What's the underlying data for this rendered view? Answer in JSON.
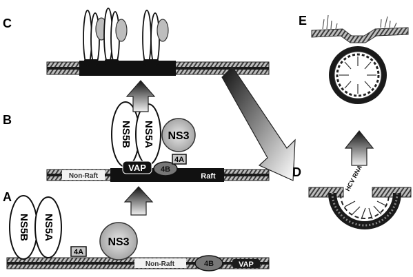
{
  "panels": {
    "a": {
      "label": "A"
    },
    "b": {
      "label": "B"
    },
    "c": {
      "label": "C"
    },
    "d": {
      "label": "D",
      "rna_label": "HCV RNA"
    },
    "e": {
      "label": "E"
    }
  },
  "proteins": {
    "ns5b": "NS5B",
    "ns5a": "NS5A",
    "ns3": "NS3",
    "ns4a": "4A",
    "ns4b": "4B",
    "vap": "VAP"
  },
  "membrane": {
    "non_raft": "Non-Raft",
    "raft": "Raft"
  }
}
